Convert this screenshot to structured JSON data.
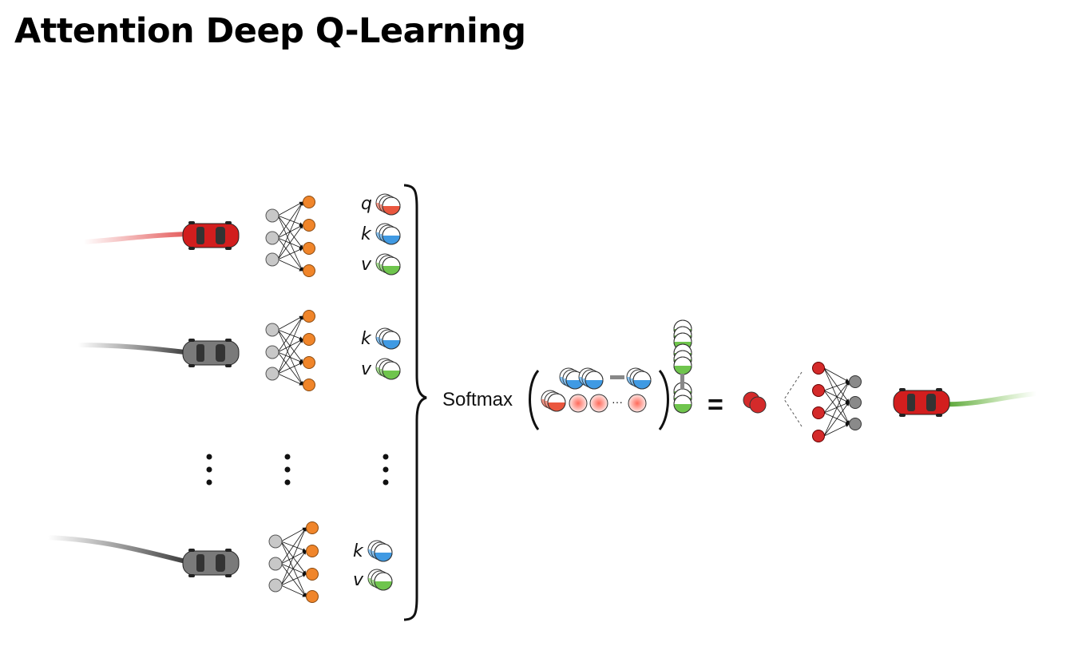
{
  "title": "Attention Deep Q-Learning",
  "labels": {
    "q": "q",
    "k": "k",
    "v": "v"
  },
  "softmax_label": "Softmax",
  "equals": "=",
  "ellipsis": "···",
  "colors": {
    "ego_car": "#d21e1e",
    "other_car": "#7a7a7a",
    "neuron_orange": "#f0852a",
    "neuron_grey": "#c8c8c8",
    "query_red": "#e8452a",
    "key_blue": "#2b8fe0",
    "value_green": "#5fbf3a",
    "output_red": "#d42a2a",
    "trail_green": "#5aaa32"
  },
  "icons": [
    "ego-car-icon",
    "other-car-icon",
    "encoder-network-icon",
    "q-network-icon",
    "vertical-ellipsis-icon",
    "bracket-icon"
  ]
}
